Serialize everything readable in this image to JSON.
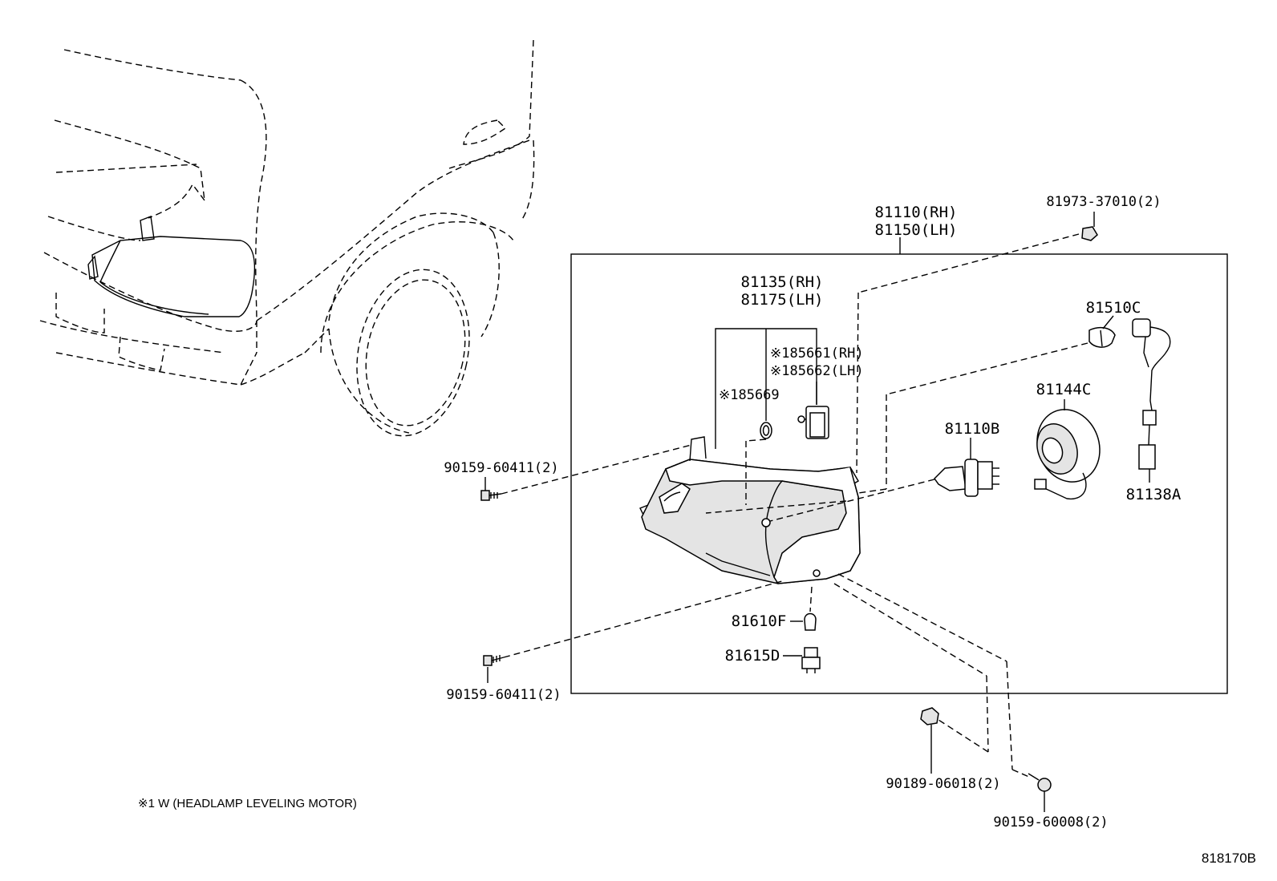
{
  "labels": {
    "assembly_rh": "81110(RH)",
    "assembly_lh": "81150(LH)",
    "clip_top": "81973-37010(2)",
    "unit_rh": "81135(RH)",
    "unit_lh": "81175(LH)",
    "motor_rh": "※185661(RH)",
    "motor_lh": "※185662(LH)",
    "oring": "※185669",
    "bulb_small": "81510C",
    "cover": "81144C",
    "bulb_main": "81110B",
    "socket": "81138A",
    "screw_left_upper": "90159-60411(2)",
    "screw_left_lower": "90159-60411(2)",
    "bulb_side": "81610F",
    "socket_side": "81615D",
    "nut_bottom": "90189-06018(2)",
    "screw_bottom": "90159-60008(2)"
  },
  "footnote": "※1 W (HEADLAMP LEVELING MOTOR)",
  "diagram_code": "818170B"
}
